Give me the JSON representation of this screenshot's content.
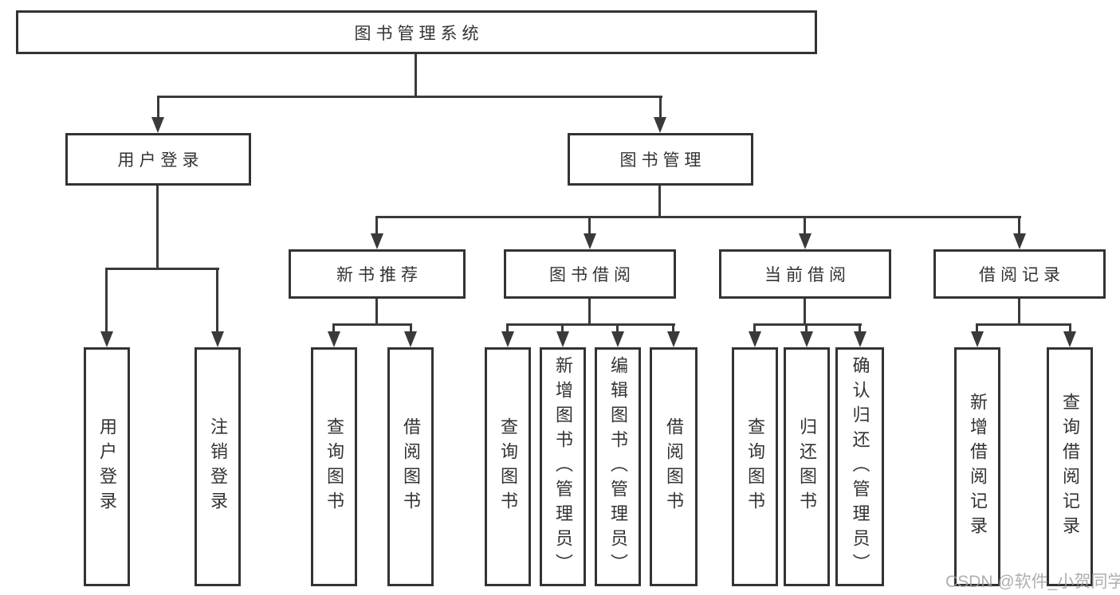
{
  "diagram_title": "图书管理系统",
  "nodes": {
    "root": "图书管理系统",
    "user_login": "用户登录",
    "book_mgmt": "图书管理",
    "new_book_rec": "新书推荐",
    "book_borrow": "图书借阅",
    "current_borrow": "当前借阅",
    "borrow_records": "借阅记录",
    "leaf_user_login": "用户登录",
    "leaf_logout": "注销登录",
    "rec_query_book": "查询图书",
    "rec_borrow_book": "借阅图书",
    "bb_query_book": "查询图书",
    "bb_add_book": "新增图书（管理员）",
    "bb_edit_book": "编辑图书（管理员）",
    "bb_borrow_book": "借阅图书",
    "cb_query_book": "查询图书",
    "cb_return_book": "归还图书",
    "cb_confirm_return": "确认归还（管理员）",
    "br_add_record": "新增借阅记录",
    "br_query_record": "查询借阅记录"
  },
  "watermark": "CSDN @软件_小贺同学",
  "colors": {
    "line": "#3a3a3a",
    "box_border": "#333333",
    "box_fill": "#ffffff",
    "text": "#333333",
    "watermark": "#9e9e9e",
    "background": "#ffffff"
  }
}
